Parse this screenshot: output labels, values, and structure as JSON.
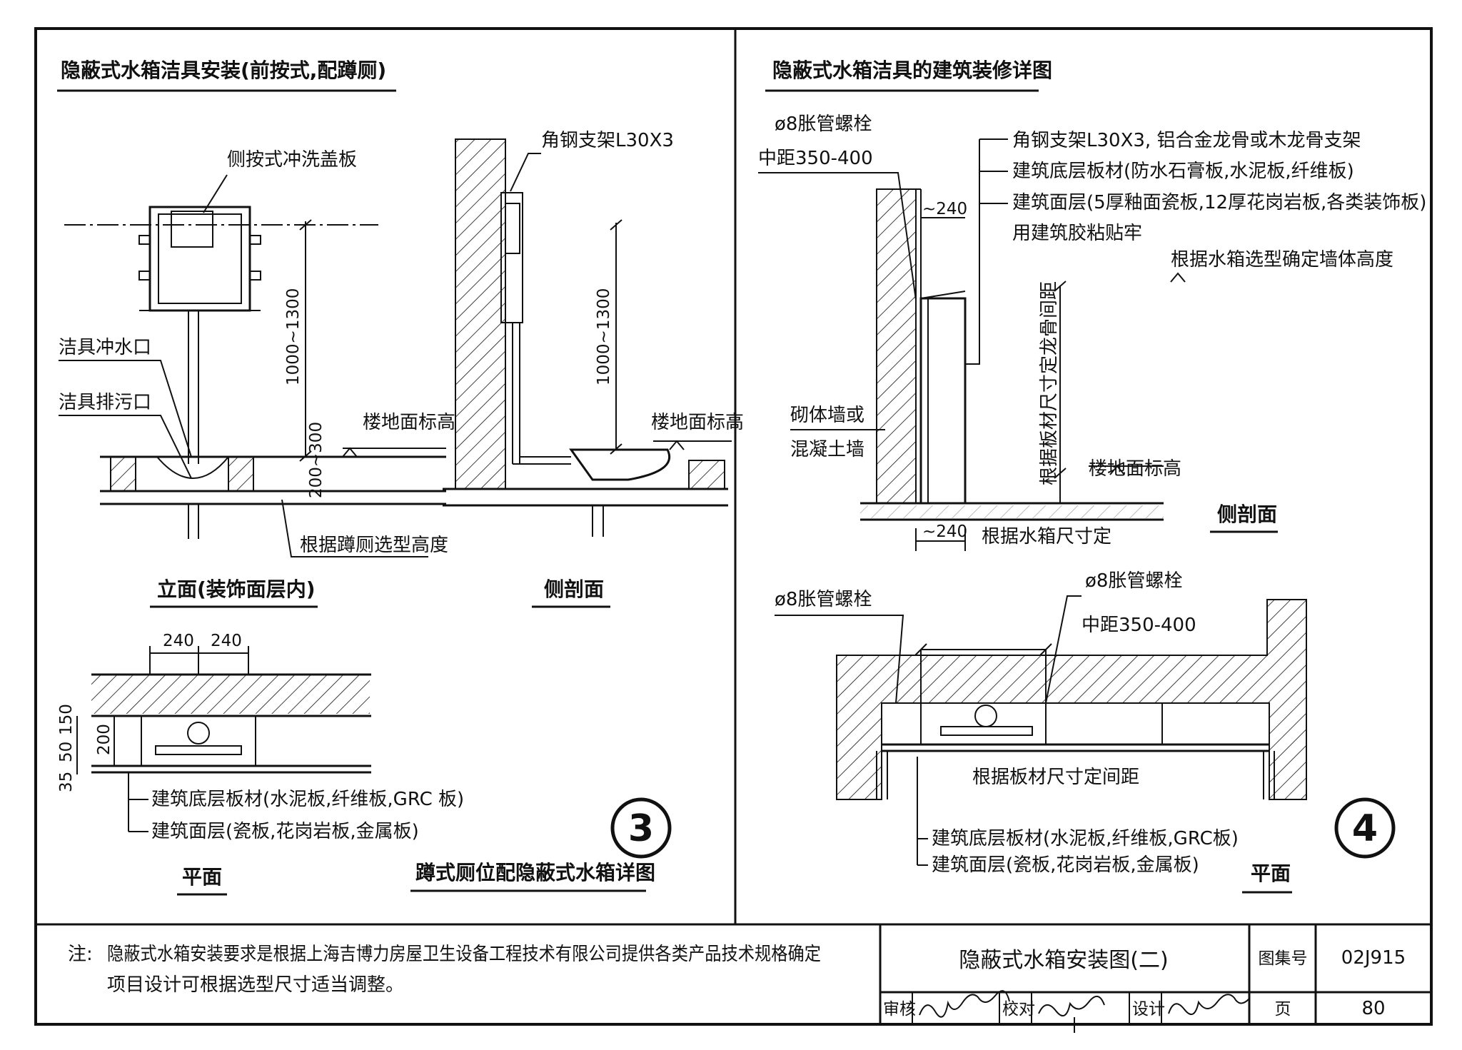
{
  "left_panel": {
    "title": "隐蔽式水箱洁具安装(前按式,配蹲厕)",
    "elevation": {
      "cover_plate_label": "侧按式冲洗盖板",
      "flush_outlet_label": "洁具冲水口",
      "drain_outlet_label": "洁具排污口",
      "height_dim": "1000~1300",
      "floor_label": "楼地面标高",
      "dim_200_300": "200~300",
      "height_note": "根据蹲厕选型高度",
      "caption": "立面(装饰面层内)"
    },
    "side_section": {
      "bracket_label": "角钢支架L30X3",
      "height_dim": "1000~1300",
      "floor_label": "楼地面标高",
      "caption": "侧剖面"
    },
    "plan": {
      "dim_240a": "240",
      "dim_240b": "240",
      "dim_150": "150",
      "dim_200": "200",
      "dim_50": "50",
      "dim_35": "35",
      "base_board_label": "建筑底层板材(水泥板,纤维板,GRC 板)",
      "face_layer_label": "建筑面层(瓷板,花岗岩板,金属板)",
      "caption": "平面"
    },
    "detail_number": "3",
    "detail_title": "蹲式厕位配隐蔽式水箱详图"
  },
  "right_panel": {
    "title": "隐蔽式水箱洁具的建筑装修详图",
    "side_section": {
      "bolt_label": "ø8胀管螺栓",
      "bolt_spacing": "中距350-400",
      "bracket_label": "角钢支架L30X3, 铝合金龙骨或木龙骨支架",
      "base_board_label": "建筑底层板材(防水石膏板,水泥板,纤维板)",
      "face_layer_label": "建筑面层(5厚釉面瓷板,12厚花岗岩板,各类装饰板)",
      "adhesive_label": "用建筑胶粘贴牢",
      "dim_240_top": "~240",
      "wall_height_note": "根据水箱选型确定墙体高度",
      "keel_spacing_note": "根据板材尺寸定龙骨间距",
      "wall_label_1": "砌体墙或",
      "wall_label_2": "混凝土墙",
      "floor_label": "楼地面标高",
      "dim_240_bottom": "~240",
      "tank_size_note": "根据水箱尺寸定",
      "caption": "侧剖面"
    },
    "plan": {
      "bolt_label_left": "ø8胀管螺栓",
      "bolt_label_right": "ø8胀管螺栓",
      "bolt_spacing": "中距350-400",
      "spacing_note": "根据板材尺寸定间距",
      "base_board_label": "建筑底层板材(水泥板,纤维板,GRC板)",
      "face_layer_label": "建筑面层(瓷板,花岗岩板,金属板)",
      "caption": "平面"
    },
    "detail_number": "4"
  },
  "note": {
    "prefix": "注:",
    "line1": "隐蔽式水箱安装要求是根据上海吉博力房屋卫生设备工程技术有限公司提供各类产品技术规格确定",
    "line2": "项目设计可根据选型尺寸适当调整。"
  },
  "title_block": {
    "drawing_title": "隐蔽式水箱安装图(二)",
    "atlas_label": "图集号",
    "atlas_no": "02J915",
    "review_label": "审核",
    "check_label": "校对",
    "design_label": "设计",
    "page_label": "页",
    "page_no": "80"
  }
}
